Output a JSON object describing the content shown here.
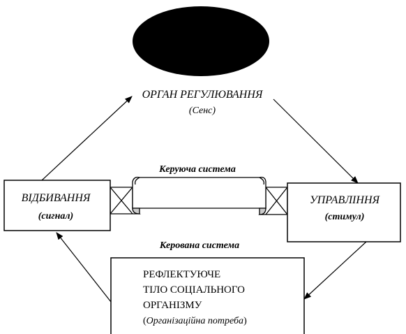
{
  "organ": {
    "title": "ОРГАН РЕГУЛЮВАННЯ",
    "subtitle": "(Сенс)"
  },
  "control_system_label": "Керуюча система",
  "controlled_system_label": "Керована система",
  "reflection_box": {
    "title": "ВІДБИВАННЯ",
    "subtitle": "(сигнал)"
  },
  "management_box": {
    "title": "УПРАВЛІННЯ",
    "subtitle": "(стимул)"
  },
  "body_box": {
    "line1": "РЕФЛЕКТУЮЧЕ",
    "line2": "ТІЛО СОЦІАЛЬНОГО",
    "line3": "ОРГАНІЗМУ",
    "line4_open": "(",
    "line4_italic": "Організаційна потреба",
    "line4_close": ")"
  },
  "colors": {
    "ink": "#000000",
    "background": "#ffffff"
  }
}
